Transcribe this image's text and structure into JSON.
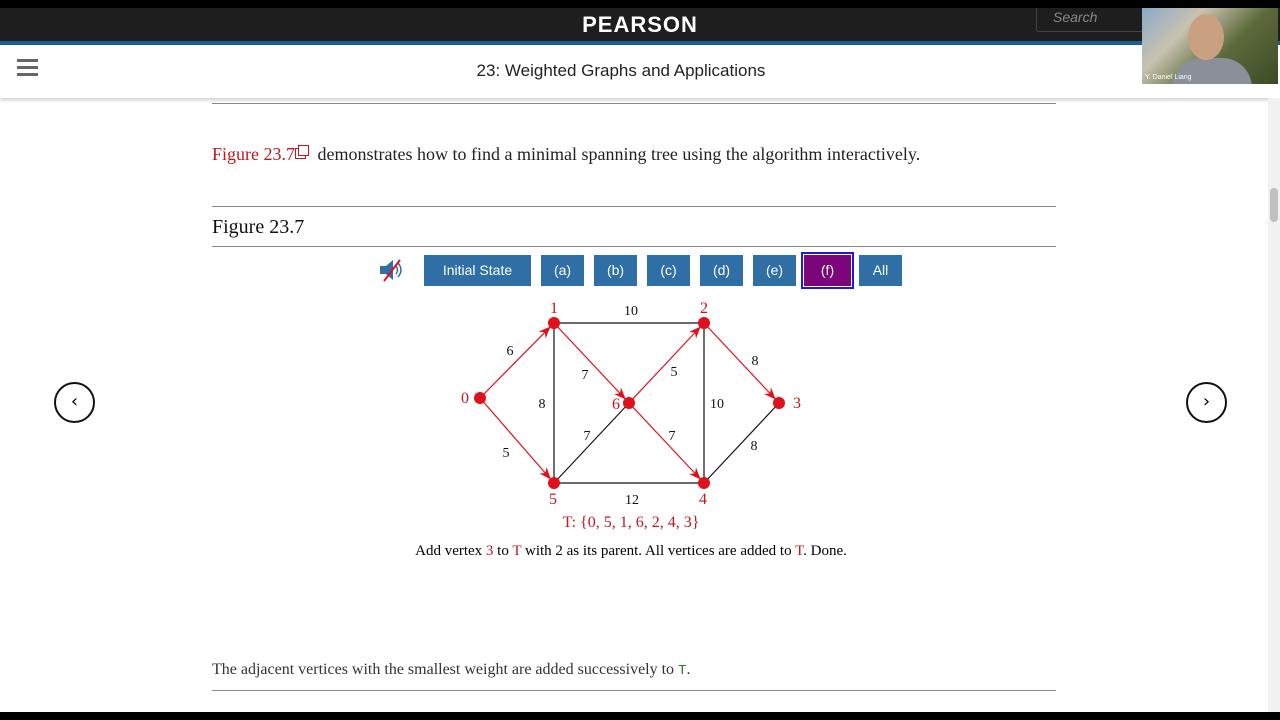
{
  "brand": "PEARSON",
  "search_placeholder": "Search",
  "header_title": "23: Weighted Graphs and Applications",
  "video_name": "Y. Daniel Liang",
  "intro": {
    "link": "Figure 23.7",
    "text": " demonstrates how to find a minimal spanning tree using the algorithm interactively."
  },
  "figure_title": "Figure 23.7",
  "buttons": [
    "Initial State",
    "(a)",
    "(b)",
    "(c)",
    "(d)",
    "(e)",
    "(f)",
    "All"
  ],
  "active_button": "(f)",
  "graph": {
    "vertices": [
      "0",
      "1",
      "2",
      "3",
      "4",
      "5",
      "6"
    ],
    "tree_edges": [
      [
        "0",
        "1",
        "6"
      ],
      [
        "0",
        "5",
        "5"
      ],
      [
        "1",
        "6",
        "7"
      ],
      [
        "6",
        "2",
        "5"
      ],
      [
        "6",
        "4",
        "7"
      ],
      [
        "2",
        "3",
        "8"
      ]
    ],
    "other_edges": [
      [
        "1",
        "2",
        "10"
      ],
      [
        "1",
        "5",
        "8"
      ],
      [
        "5",
        "6",
        "7"
      ],
      [
        "2",
        "4",
        "10"
      ],
      [
        "5",
        "4",
        "12"
      ],
      [
        "4",
        "3",
        "8"
      ]
    ],
    "tree_color": "#e0101c",
    "vertex_color": "#e0101c"
  },
  "tree_set": "T: {0, 5, 1, 6, 2, 4, 3}",
  "caption": {
    "p1": "Add vertex ",
    "v": "3",
    "p2": " to ",
    "t1": "T",
    "p3": " with 2 as its parent. All vertices are added to ",
    "t2": "T",
    "p4": ". Done."
  },
  "bottom": {
    "text": "The adjacent vertices with the smallest weight are added successively to ",
    "code": "T",
    "end": "."
  },
  "nav": {
    "prev": "‹",
    "next": "›"
  }
}
